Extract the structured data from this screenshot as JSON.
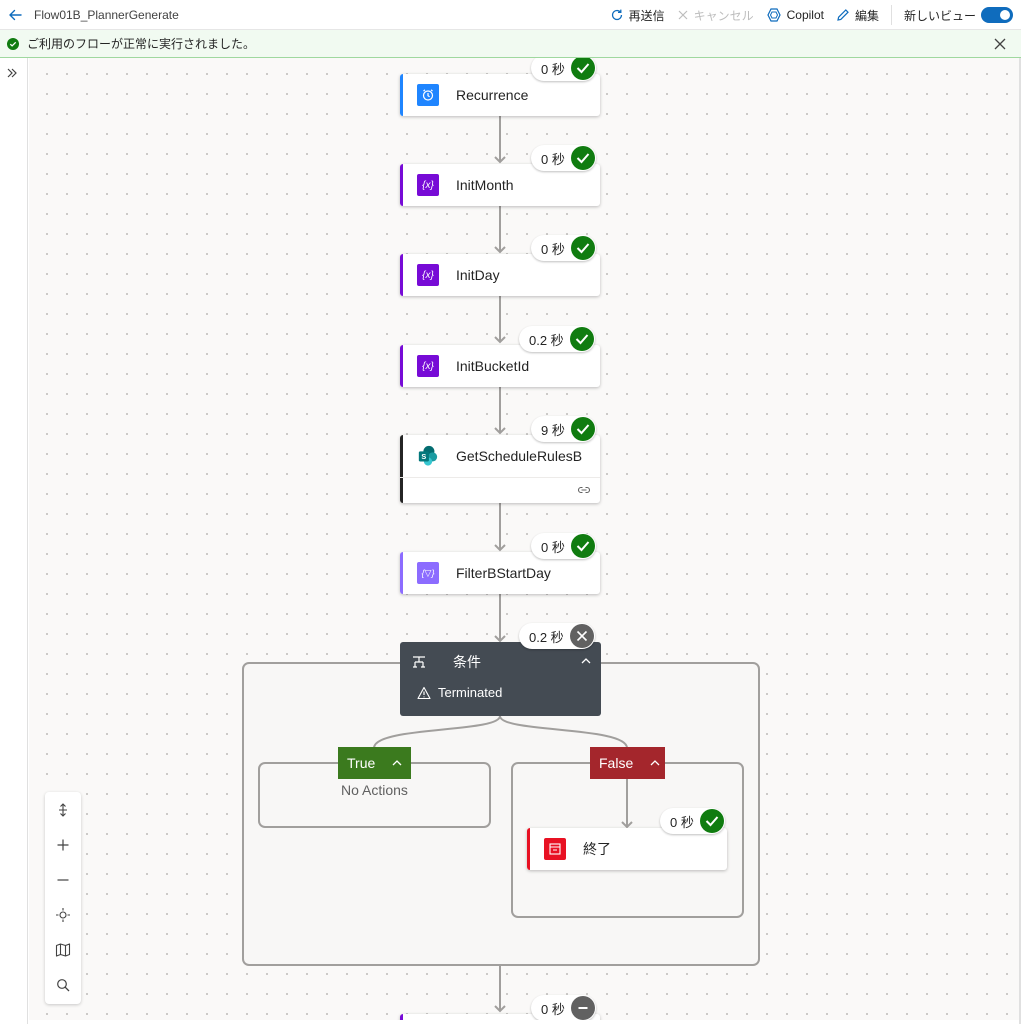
{
  "header": {
    "flow_name": "Flow01B_PlannerGenerate",
    "resubmit": "再送信",
    "cancel": "キャンセル",
    "copilot": "Copilot",
    "edit": "編集",
    "new_view": "新しいビュー"
  },
  "banner": {
    "message": "ご利用のフローが正常に実行されました。"
  },
  "actions": [
    {
      "label": "Recurrence",
      "duration": "0 秒",
      "status": "succeeded",
      "icon": "alarm-clock-icon",
      "color": "#1f85ff"
    },
    {
      "label": "InitMonth",
      "duration": "0 秒",
      "status": "succeeded",
      "icon": "variable-icon",
      "color": "#770bd6"
    },
    {
      "label": "InitDay",
      "duration": "0 秒",
      "status": "succeeded",
      "icon": "variable-icon",
      "color": "#770bd6"
    },
    {
      "label": "InitBucketId",
      "duration": "0.2 秒",
      "status": "succeeded",
      "icon": "variable-icon",
      "color": "#770bd6"
    },
    {
      "label": "GetScheduleRulesB",
      "duration": "9 秒",
      "status": "succeeded",
      "icon": "sharepoint-icon",
      "color": "#036c70"
    },
    {
      "label": "FilterBStartDay",
      "duration": "0 秒",
      "status": "succeeded",
      "icon": "filter-array-icon",
      "color": "#8c6cff"
    }
  ],
  "condition": {
    "label": "条件",
    "duration": "0.2 秒",
    "status_text": "Terminated",
    "true_branch": {
      "label": "True",
      "empty_text": "No Actions",
      "color": "#3b7a1e"
    },
    "false_branch": {
      "label": "False",
      "color": "#a4262c"
    },
    "terminate_action": {
      "label": "終了",
      "duration": "0 秒",
      "status": "succeeded",
      "color": "#e81123"
    }
  },
  "next_action": {
    "duration": "0 秒",
    "status": "skipped"
  }
}
